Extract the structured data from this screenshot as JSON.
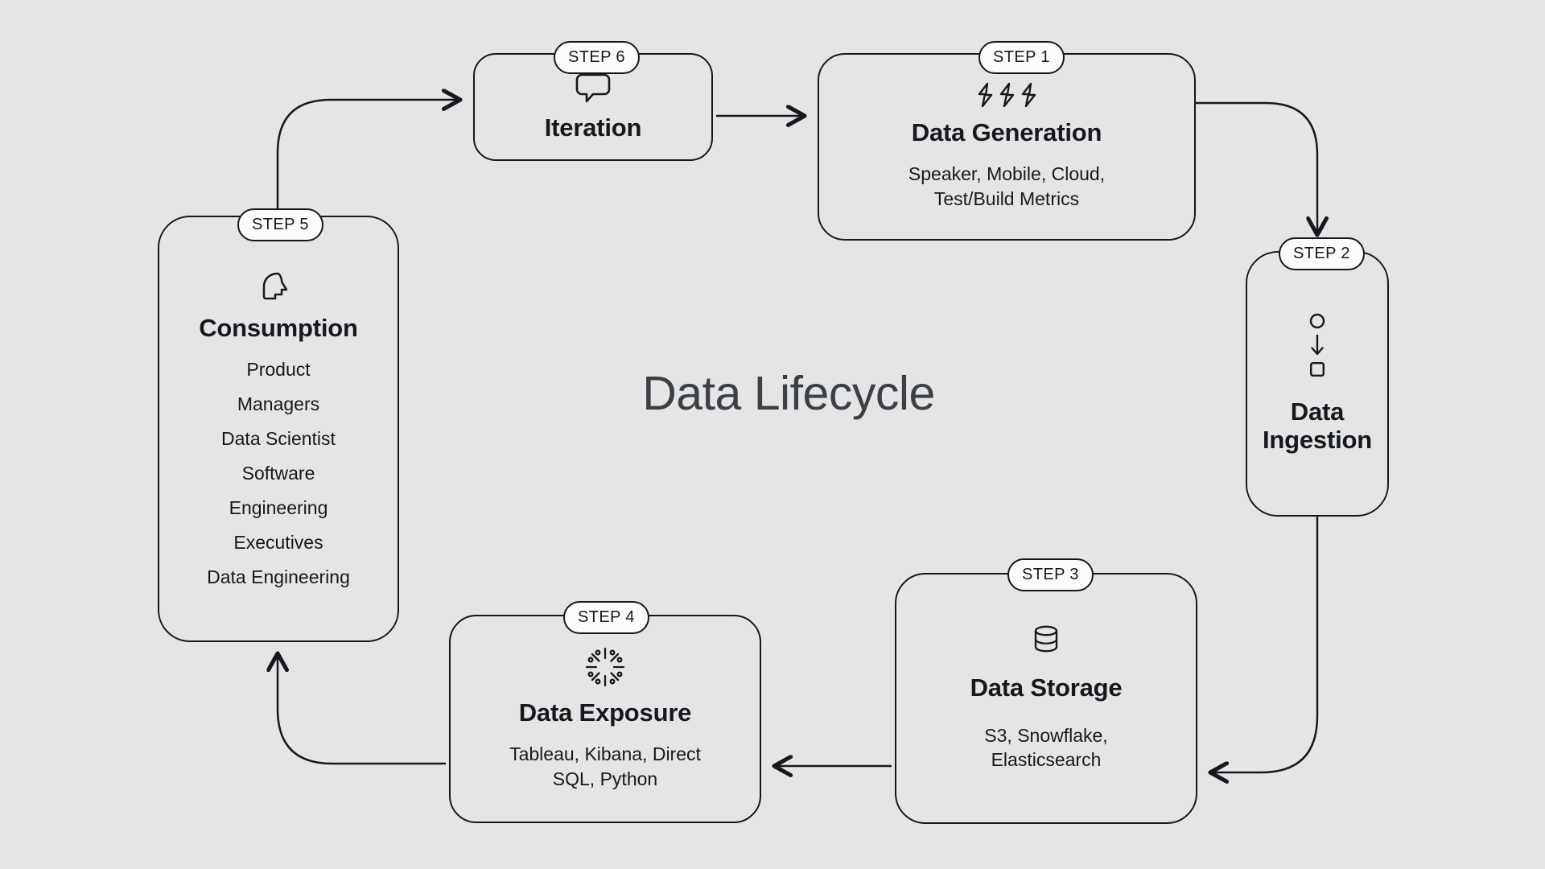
{
  "diagram": {
    "title": "Data Lifecycle",
    "background_color": "#e5e5e5",
    "line_color": "#15191e",
    "title_color": "#3b4046",
    "badge_fill": "#fbfbfa"
  },
  "steps": [
    {
      "badge": "STEP 1",
      "title": "Data Generation",
      "subtitle": "Speaker, Mobile, Cloud,\nTest/Build Metrics",
      "icon": "three-lightning-bolts-icon"
    },
    {
      "badge": "STEP 2",
      "title": "Data\nIngestion",
      "subtitle": "",
      "icon": "circle-arrow-square-icon"
    },
    {
      "badge": "STEP 3",
      "title": "Data Storage",
      "subtitle": "S3, Snowflake,\nElasticsearch",
      "icon": "database-cylinder-icon"
    },
    {
      "badge": "STEP 4",
      "title": "Data Exposure",
      "subtitle": "Tableau, Kibana, Direct\nSQL, Python",
      "icon": "radial-burst-icon"
    },
    {
      "badge": "STEP 5",
      "title": "Consumption",
      "subtitle": "",
      "icon": "head-profile-icon",
      "list": [
        "Product",
        "Managers",
        "Data Scientist",
        "Software",
        "Engineering",
        "Executives",
        "Data Engineering"
      ]
    },
    {
      "badge": "STEP 6",
      "title": "Iteration",
      "subtitle": "",
      "icon": "speech-bubble-icon"
    }
  ],
  "flow": {
    "connectors": [
      {
        "from": "STEP 5",
        "to": "STEP 6",
        "direction": "curve-up-right"
      },
      {
        "from": "STEP 6",
        "to": "STEP 1",
        "direction": "right"
      },
      {
        "from": "STEP 1",
        "to": "STEP 2",
        "direction": "curve-right-down"
      },
      {
        "from": "STEP 2",
        "to": "STEP 3",
        "direction": "curve-down-left"
      },
      {
        "from": "STEP 3",
        "to": "STEP 4",
        "direction": "left"
      },
      {
        "from": "STEP 4",
        "to": "STEP 5",
        "direction": "curve-left-up"
      }
    ]
  }
}
